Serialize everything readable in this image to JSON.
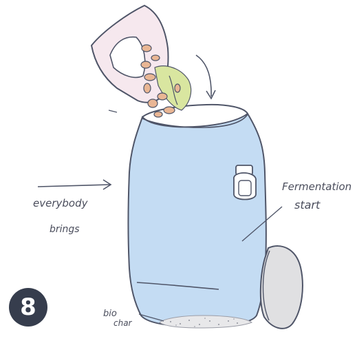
{
  "step": {
    "number": "8"
  },
  "labels": {
    "left_line1": "everybody",
    "left_line2": "brings",
    "right_line1": "Fermentation",
    "right_line2": "start",
    "bottom_line1": "bio",
    "bottom_line2": "char"
  },
  "colors": {
    "barrel_fill": "#c4dcf3",
    "lid_fill": "#e0e0e2",
    "bin_fill": "#f6e8ee",
    "scraps_green": "#d9e6a0",
    "scraps_orange": "#e9b694",
    "badge_fill": "#363d4d",
    "ink": "#4a4d5c"
  }
}
